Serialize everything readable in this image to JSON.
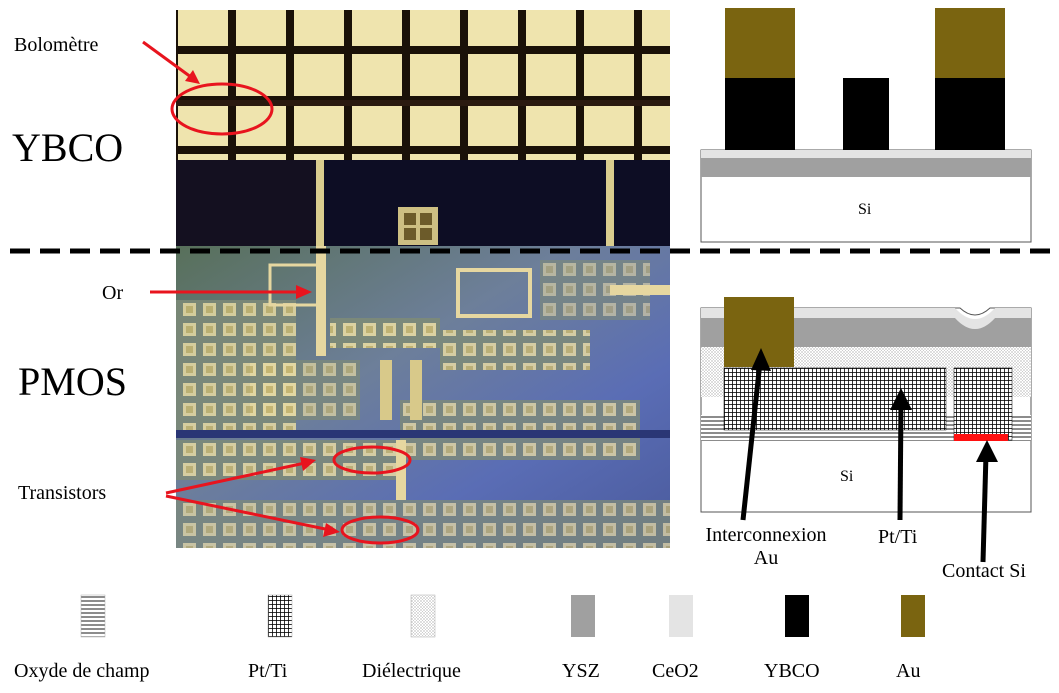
{
  "photo": {
    "labels": {
      "bolometre": "Bolomètre",
      "ybco": "YBCO",
      "or": "Or",
      "pmos": "PMOS",
      "transistors": "Transistors"
    }
  },
  "cross_section_top": {
    "si_label": "Si"
  },
  "cross_section_bottom": {
    "si_label": "Si",
    "interconnexion_line1": "Interconnexion",
    "interconnexion_line2": "Au",
    "ptti_label": "Pt/Ti",
    "contact_label": "Contact Si"
  },
  "legend": [
    {
      "label": "Oxyde de champ",
      "pattern": "horizontal-lines"
    },
    {
      "label": "Pt/Ti",
      "pattern": "grid"
    },
    {
      "label": "Diélectrique",
      "pattern": "dots"
    },
    {
      "label": "YSZ",
      "color": "#a0a0a0"
    },
    {
      "label": "CeO2",
      "color": "#e4e4e4"
    },
    {
      "label": "YBCO",
      "color": "#000000"
    },
    {
      "label": "Au",
      "color": "#7a6410"
    }
  ],
  "colors": {
    "arrow_red": "#e8141e",
    "gold": "#7a6410",
    "ysz": "#a0a0a0",
    "ceo2": "#e4e4e4",
    "ybco": "#000000"
  }
}
